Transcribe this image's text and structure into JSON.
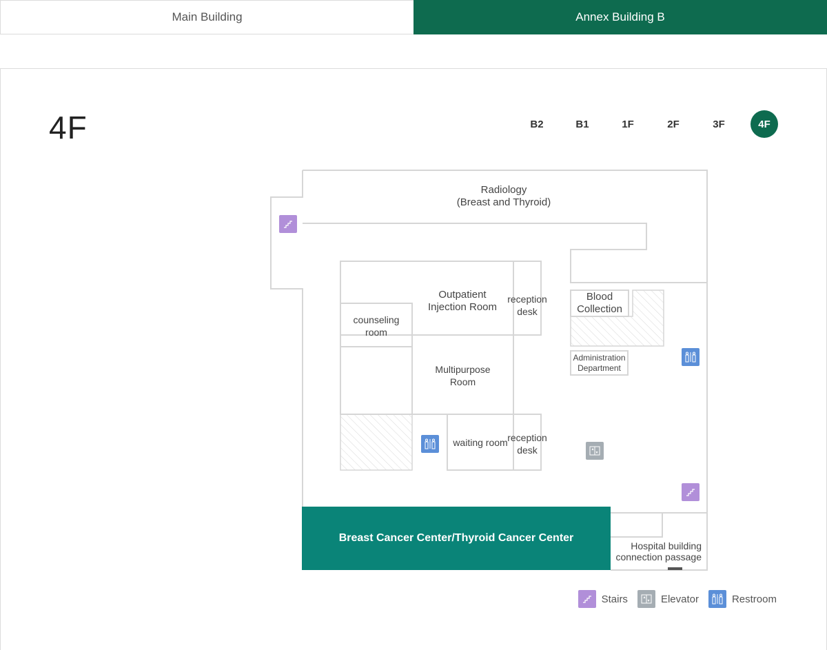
{
  "tabs": [
    {
      "label": "Main Building",
      "active": false
    },
    {
      "label": "Annex Building B",
      "active": true
    }
  ],
  "floor": {
    "current": "4F",
    "buttons": [
      "B2",
      "B1",
      "1F",
      "2F",
      "3F",
      "4F"
    ]
  },
  "rooms": {
    "radiology_line1": "Radiology",
    "radiology_line2": "(Breast and Thyroid)",
    "injection_line1": "Outpatient",
    "injection_line2": "Injection Room",
    "reception1_line1": "reception",
    "reception1_line2": "desk",
    "counseling_line1": "counseling",
    "counseling_line2": "room",
    "multipurpose_line1": "Multipurpose",
    "multipurpose_line2": "Room",
    "waiting": "waiting room",
    "reception2_line1": "reception",
    "reception2_line2": "desk",
    "blood_line1": "Blood",
    "blood_line2": "Collection",
    "admin_line1": "Administration",
    "admin_line2": "Department",
    "center": "Breast Cancer Center/Thyroid Cancer Center",
    "passage_line1": "Hospital building",
    "passage_line2": "connection passage"
  },
  "legend": {
    "stairs": "Stairs",
    "elevator": "Elevator",
    "restroom": "Restroom"
  },
  "colors": {
    "accent": "#0e6b4f",
    "center": "#0a8478",
    "stairs": "#b18fd9",
    "elevator": "#a5adb3",
    "restroom": "#5b8fd8"
  }
}
